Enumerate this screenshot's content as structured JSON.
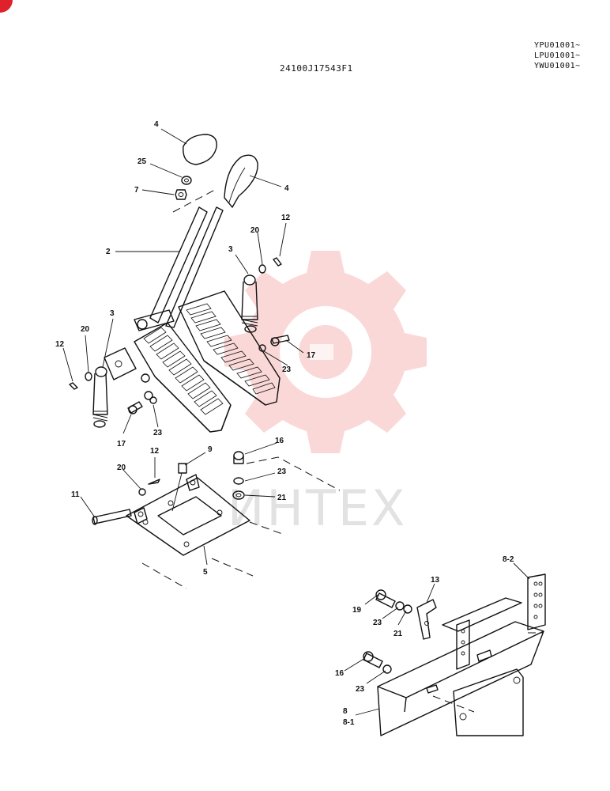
{
  "drawing_number": "24100J17543F1",
  "serial_ranges": [
    "YPU01001~",
    "LPU01001~",
    "YWU01001~"
  ],
  "watermark_text": "ИНТЕХ",
  "callouts": {
    "c4a": "4",
    "c25": "25",
    "c7": "7",
    "c4b": "4",
    "c12a": "12",
    "c20a": "20",
    "c2": "2",
    "c3a": "3",
    "c3b": "3",
    "c20b": "20",
    "c12b": "12",
    "c17a": "17",
    "c23a": "23",
    "c17b": "17",
    "c23b": "23",
    "c16a": "16",
    "c12c": "12",
    "c9": "9",
    "c20c": "20",
    "c23c": "23",
    "c11": "11",
    "c21a": "21",
    "c5": "5",
    "c8_2": "8-2",
    "c13": "13",
    "c19": "19",
    "c23d": "23",
    "c21b": "21",
    "c16b": "16",
    "c23e": "23",
    "c8": "8",
    "c8_1": "8-1"
  },
  "colors": {
    "line": "#111111",
    "watermark": "#f6b8b8",
    "watermark_text": "#dcdcdc",
    "corner_mark": "#e0202a"
  }
}
